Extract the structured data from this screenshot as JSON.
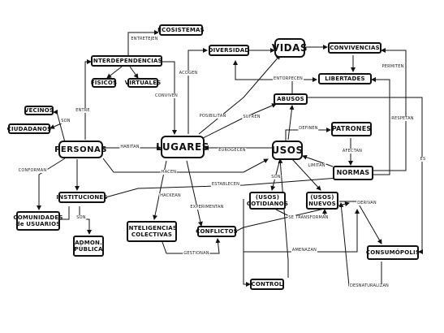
{
  "nodes": {
    "ecosistemas": "ECOSISTEMAS",
    "vidas": "VIDAS",
    "diversidad": "DIVERSIDAD",
    "convivencias": "CONVIVENCIAS",
    "interdependencias": "INTERDEPENDENCIAS",
    "fisicos": "FÍSICOS",
    "virtuales": "VIRTUALES",
    "libertades": "LIBERTADES",
    "abusos": "ABUSOS",
    "vecinos": "VECINOS",
    "ciudadanos": "CIUDADANOS",
    "personas": "PERSONAS",
    "lugares": "LUGARES",
    "usos": "USOS",
    "patrones": "PATRONES",
    "normas": "NORMAS",
    "instituciones": "INSTITUCIONES",
    "comunidades": "COMUNIDADES\nde USUARIOS",
    "admon": "ADMON.\nPÚBLICA",
    "cotidianos": "(USOS)\nCOTIDIANOS",
    "nuevos": "(USOS)\nNUEVOS",
    "inteligencias": "INTELIGENCIAS\nCOLECTIVAS",
    "conflictos": "CONFLICTOS",
    "consumopolis": "CONSUMÓPOLIS",
    "control": "CONTROL"
  },
  "edges": {
    "entretejen": "ENTRETEJEN",
    "acogen": "ACOGEN",
    "conviven": "CONVIVEN",
    "posibilitan": "POSIBILITAN",
    "sufren": "SUFREN",
    "entorpecen": "ENTORPECEN",
    "permiten": "PERMITEN",
    "respetan": "RESPETAN",
    "entre": "ENTRE",
    "son_1": "SON",
    "habitan": "HABITAN",
    "eurogecen": "EUROGECEN",
    "definen": "DEFINEN",
    "afectan": "AFECTAN",
    "limitan": "LIMITAN",
    "es": "ES",
    "conforman": "CONFORMAN",
    "hacen": "HACEN",
    "establecen": "ESTABLECEN",
    "son_2": "SON",
    "hackean": "HACKEAN",
    "son_3": "SON",
    "experimentan": "EXPERIMENTAN",
    "se_transforman": "SE TRANSFORMAN",
    "derivan": "DERIVAN",
    "gestionan": "GESTIONAN",
    "amenazan": "AMENAZAN",
    "desnaturalizan": "DESNATURALIZAN"
  }
}
